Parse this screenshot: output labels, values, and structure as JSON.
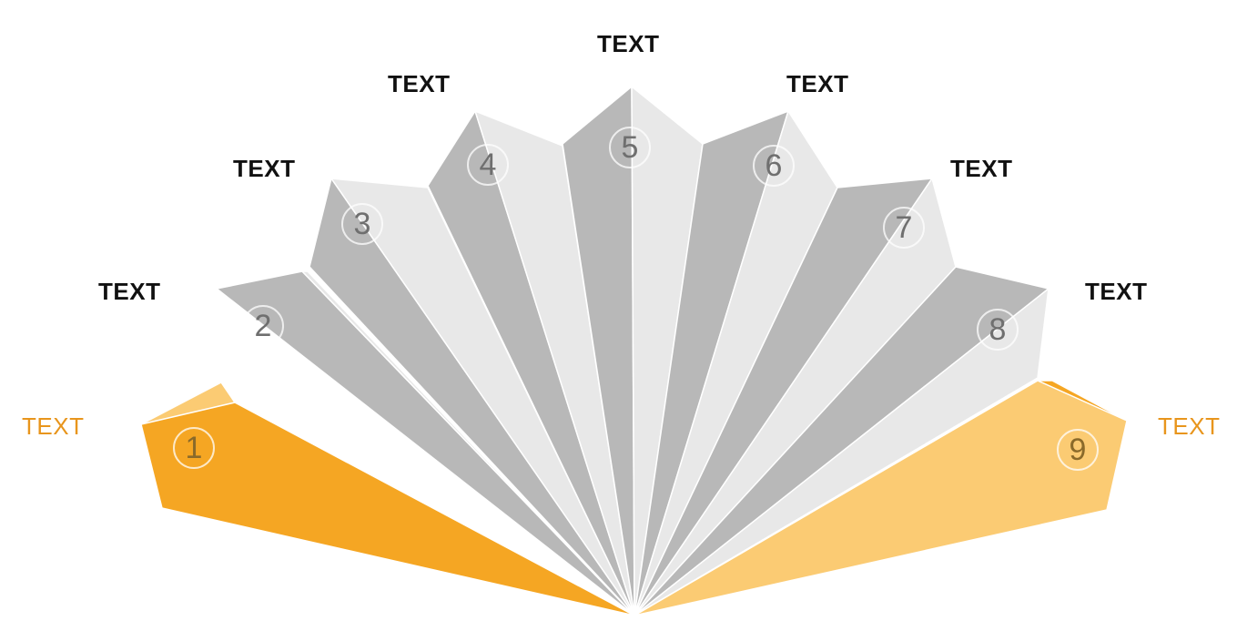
{
  "segments": [
    {
      "number": "1",
      "label": "TEXT",
      "color_dark": "#F5A623",
      "color_light": "#FBCB73",
      "label_color": "#E8951C"
    },
    {
      "number": "2",
      "label": "TEXT",
      "color_dark": "#B8B8B8",
      "color_light": "#E8E8E8",
      "label_color": "#111111"
    },
    {
      "number": "3",
      "label": "TEXT",
      "color_dark": "#B8B8B8",
      "color_light": "#E8E8E8",
      "label_color": "#111111"
    },
    {
      "number": "4",
      "label": "TEXT",
      "color_dark": "#B8B8B8",
      "color_light": "#E8E8E8",
      "label_color": "#111111"
    },
    {
      "number": "5",
      "label": "TEXT",
      "color_dark": "#B8B8B8",
      "color_light": "#E8E8E8",
      "label_color": "#111111"
    },
    {
      "number": "6",
      "label": "TEXT",
      "color_dark": "#B8B8B8",
      "color_light": "#E8E8E8",
      "label_color": "#111111"
    },
    {
      "number": "7",
      "label": "TEXT",
      "color_dark": "#B8B8B8",
      "color_light": "#E8E8E8",
      "label_color": "#111111"
    },
    {
      "number": "8",
      "label": "TEXT",
      "color_dark": "#B8B8B8",
      "color_light": "#E8E8E8",
      "label_color": "#111111"
    },
    {
      "number": "9",
      "label": "TEXT",
      "color_dark": "#F5A623",
      "color_light": "#FBCB73",
      "label_color": "#E8951C"
    }
  ]
}
